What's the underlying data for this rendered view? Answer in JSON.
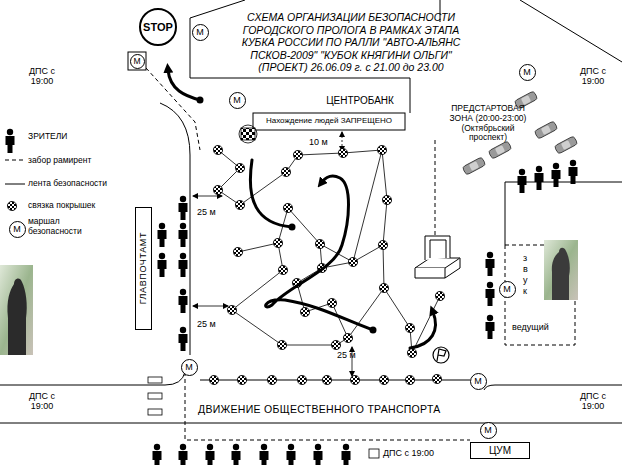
{
  "diagram": {
    "title": "СХЕМА ОРГАНИЗАЦИИ БЕЗОПАСНОСТИ ГОРОДСКОГО ПРОЛОГА В РАМКАХ ЭТАПА КУБКА РОССИИ ПО РАЛЛИ \"АВТО-АЛЬЯНС ПСКОВ-2009\" \"КУБОК КНЯГИНИ ОЛЬГИ\" (ПРОЕКТ) 26.06.09 г. с 21.00 до 23.00",
    "nodes": [
      {
        "text": [
          "STOP"
        ]
      },
      {
        "text": [
          "М"
        ]
      },
      {
        "text": [
          "М"
        ]
      },
      {
        "text": [
          "М"
        ]
      },
      {
        "text": [
          "М"
        ]
      },
      {
        "text": [
          "М"
        ]
      },
      {
        "text": [
          "ГЛАВПОЧТАМТ"
        ]
      },
      {
        "text": [
          "М"
        ]
      },
      {
        "text": [
          "М"
        ]
      },
      {
        "text": [
          "М"
        ]
      },
      {
        "text": [
          "М"
        ]
      },
      {
        "text": [
          "ЦУМ"
        ]
      }
    ],
    "labels": [
      "ДПС с 19:00",
      "ДПС с 19:00",
      "ЦЕНТРОБАНК",
      "Нахождение людей ЗАПРЕЩЕНО",
      "ПРЕДСТАРТОВАЯ ЗОНА (20:00-23:00) (Октябрьский проспект)",
      "10 м",
      "25 м",
      "25 м",
      "звук",
      "ведущий",
      "25 м",
      "ДПС с 19:00",
      "ДПС с 19:00",
      "ДВИЖЕНИЕ ОБЩЕСТВЕННОГО ТРАНСПОРТА",
      "ДПС с 19:00"
    ],
    "legend": [
      {
        "text": "ЗРИТЕЛИ"
      },
      {
        "text": "забор рамирент"
      },
      {
        "text": "лента безопасности"
      },
      {
        "text": "связка покрышек"
      },
      {
        "text": "маршал безопасности"
      }
    ]
  }
}
